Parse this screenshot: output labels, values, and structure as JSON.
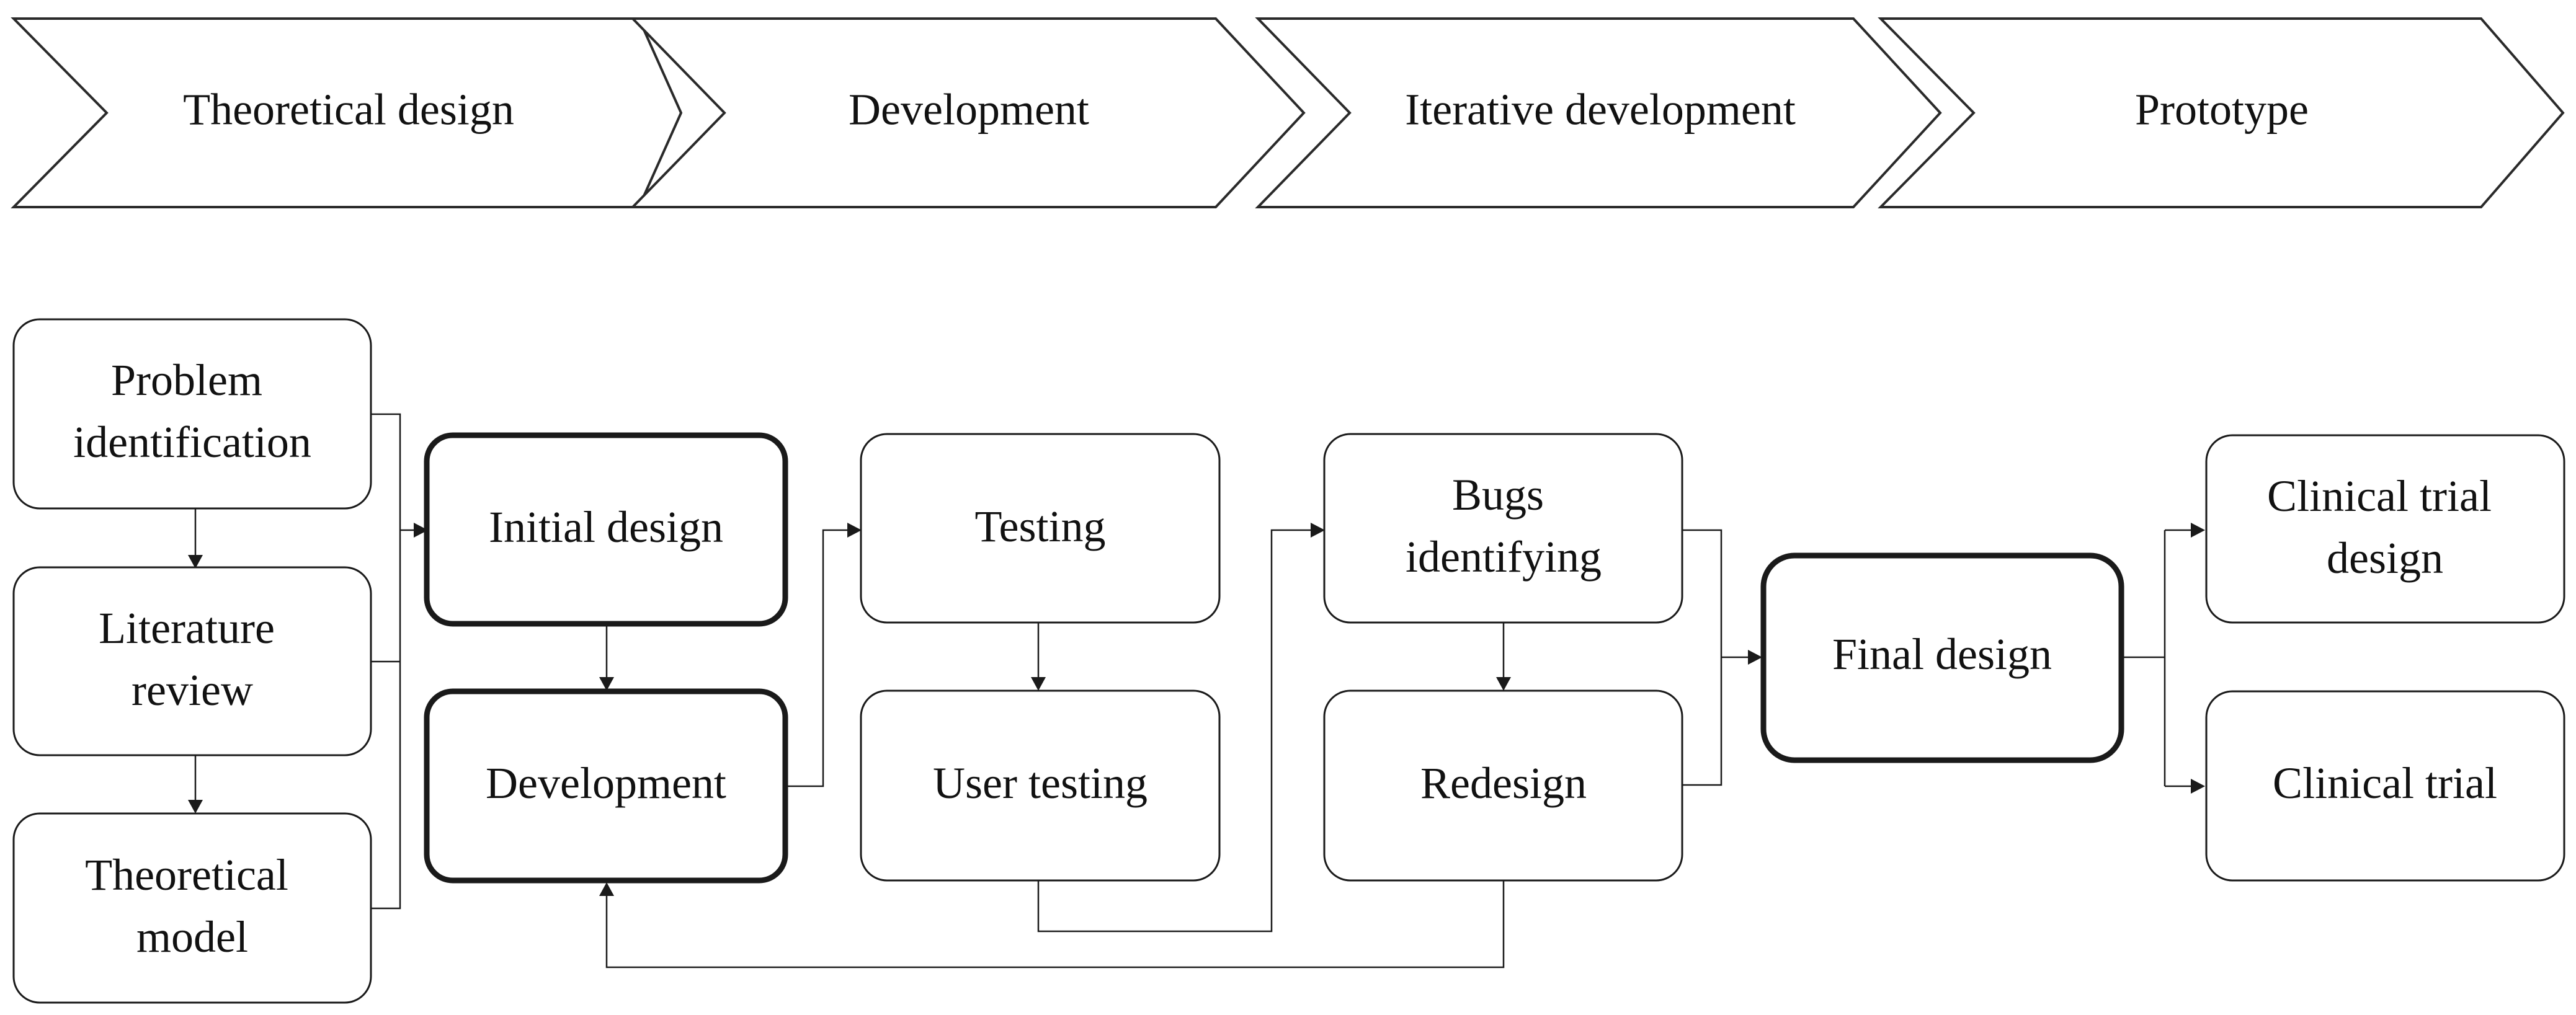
{
  "phases": [
    {
      "label": "Theoretical design"
    },
    {
      "label": "Development"
    },
    {
      "label": "Iterative development"
    },
    {
      "label": "Prototype"
    }
  ],
  "steps": {
    "problem_identification": {
      "lines": [
        "Problem",
        "identification"
      ]
    },
    "literature_review": {
      "lines": [
        "Literature",
        "review"
      ]
    },
    "theoretical_model": {
      "lines": [
        "Theoretical",
        "model"
      ]
    },
    "initial_design": {
      "lines": [
        "Initial design"
      ]
    },
    "development": {
      "lines": [
        "Development"
      ]
    },
    "testing": {
      "lines": [
        "Testing"
      ]
    },
    "user_testing": {
      "lines": [
        "User testing"
      ]
    },
    "bugs_identifying": {
      "lines": [
        "Bugs",
        "identifying"
      ]
    },
    "redesign": {
      "lines": [
        "Redesign"
      ]
    },
    "final_design": {
      "lines": [
        "Final design"
      ]
    },
    "clinical_trial_design": {
      "lines": [
        "Clinical trial",
        "design"
      ]
    },
    "clinical_trial": {
      "lines": [
        "Clinical trial"
      ]
    }
  },
  "emphasized_steps": [
    "initial_design",
    "development",
    "final_design"
  ],
  "connections": [
    {
      "from": "problem_identification",
      "to": "literature_review"
    },
    {
      "from": "literature_review",
      "to": "theoretical_model"
    },
    {
      "from": "problem_identification",
      "to": "initial_design"
    },
    {
      "from": "literature_review",
      "to": "initial_design"
    },
    {
      "from": "theoretical_model",
      "to": "initial_design"
    },
    {
      "from": "initial_design",
      "to": "development"
    },
    {
      "from": "development",
      "to": "testing"
    },
    {
      "from": "testing",
      "to": "user_testing"
    },
    {
      "from": "user_testing",
      "to": "bugs_identifying"
    },
    {
      "from": "bugs_identifying",
      "to": "redesign"
    },
    {
      "from": "redesign",
      "to": "development"
    },
    {
      "from": "bugs_identifying",
      "to": "final_design"
    },
    {
      "from": "redesign",
      "to": "final_design"
    },
    {
      "from": "final_design",
      "to": "clinical_trial_design"
    },
    {
      "from": "final_design",
      "to": "clinical_trial"
    }
  ]
}
